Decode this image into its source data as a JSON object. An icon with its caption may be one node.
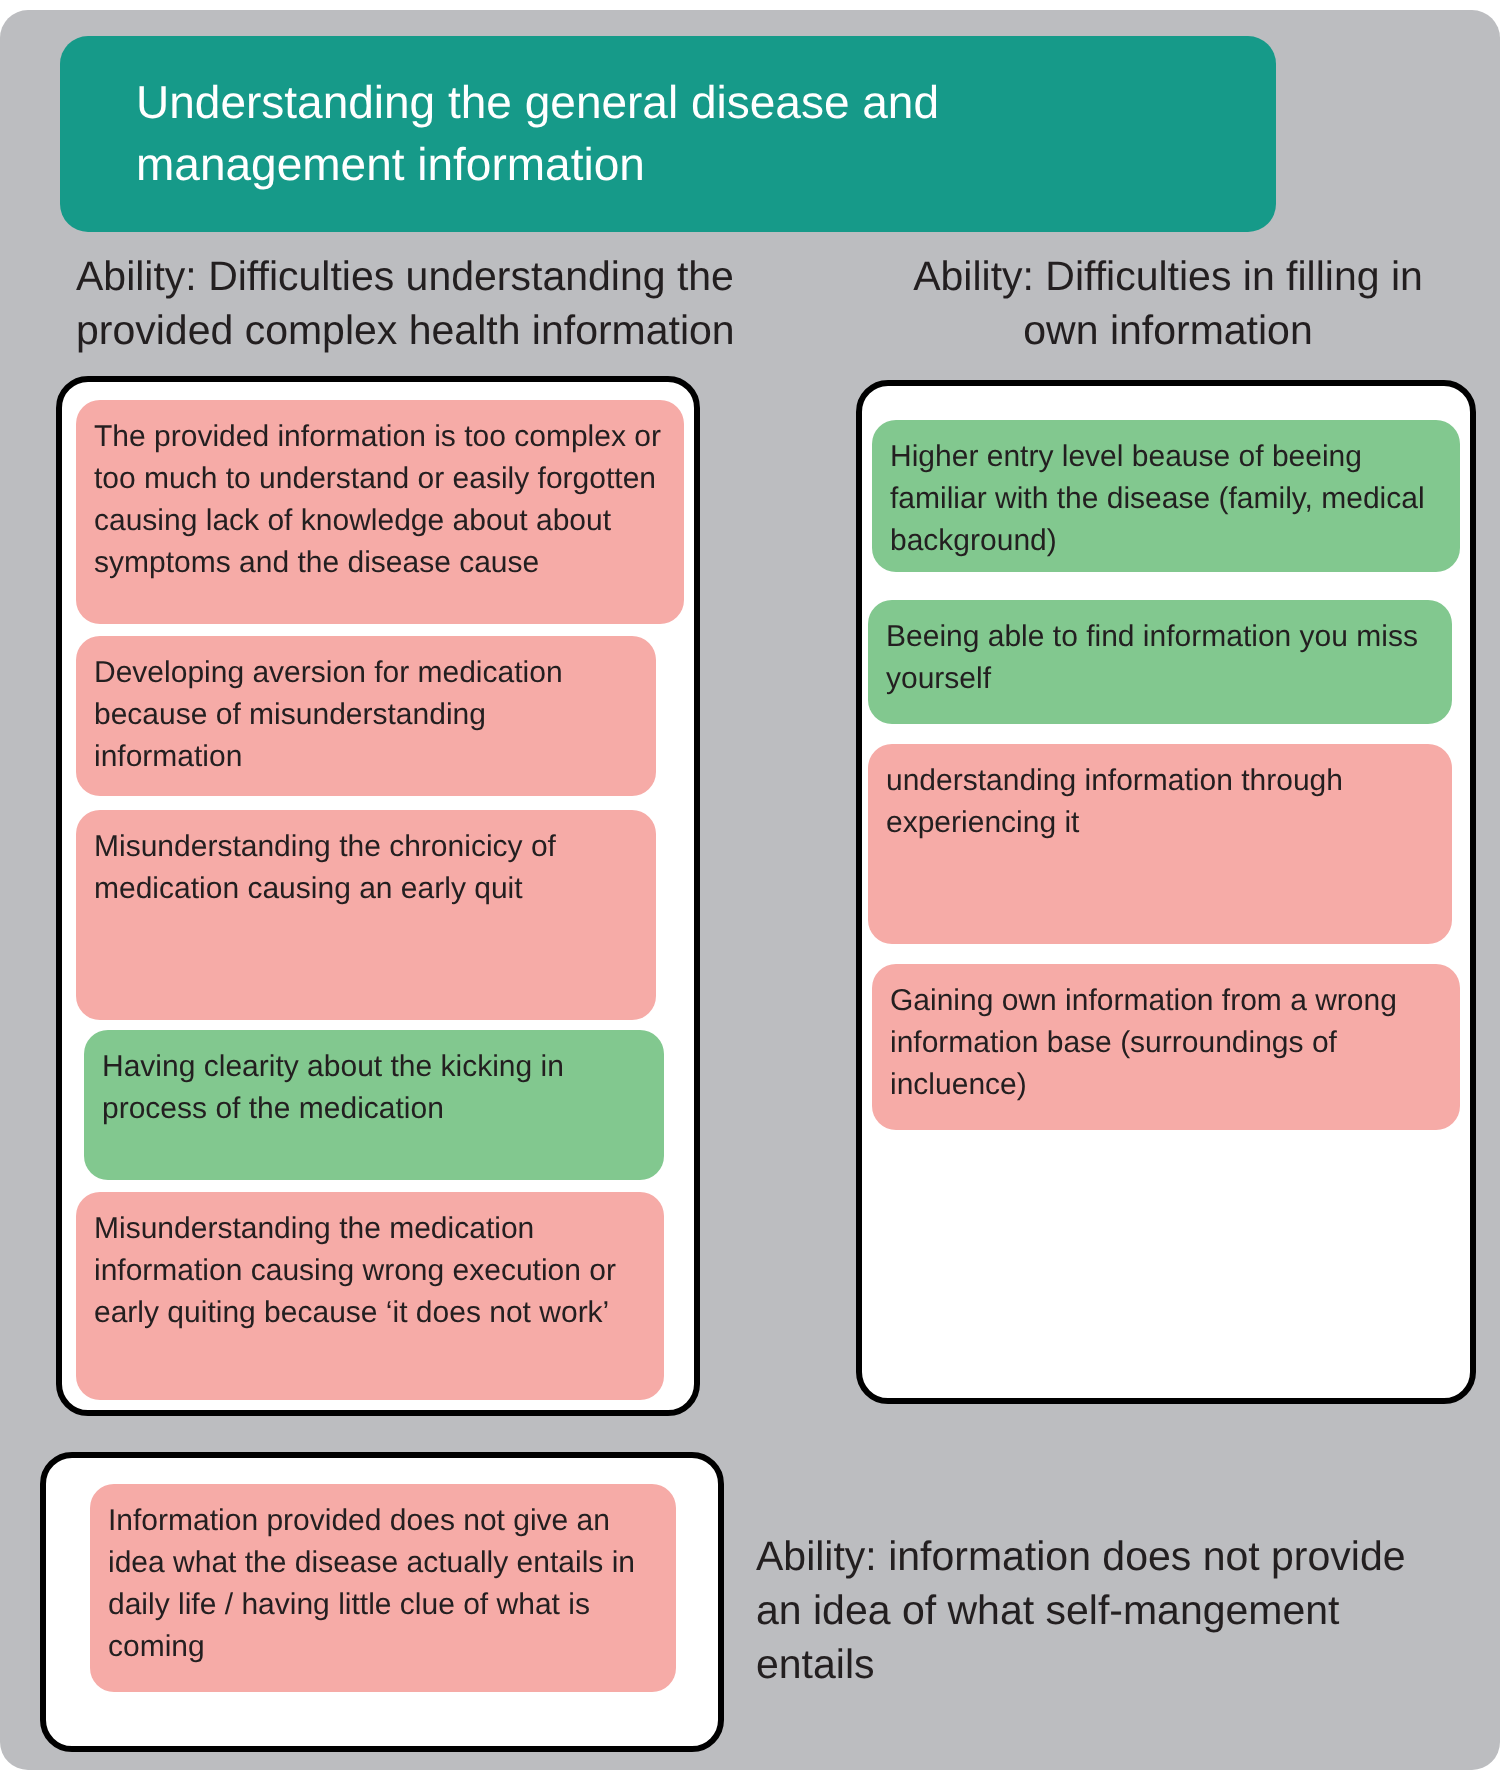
{
  "diagram": {
    "nodes": [
      {
        "text": [
          "Understanding the general disease and management information"
        ]
      },
      {
        "text": [
          "Ability: Difficulties understanding the provided complex health information"
        ]
      },
      {
        "text": [
          "The provided information is too complex or too much to understand or easily forgotten causing lack of knowledge about about symptoms and the disease cause"
        ],
        "in": 1
      },
      {
        "text": [
          "Developing aversion for medication because of misunderstanding information"
        ],
        "in": 1
      },
      {
        "text": [
          "Misunderstanding the chronicicy of medication causing an early quit"
        ],
        "in": 1
      },
      {
        "text": [
          "Having clearity about the  kicking in process of the medication"
        ],
        "in": 1
      },
      {
        "text": [
          "Misunderstanding the medication information causing wrong execution or early quiting because ‘it does not work’"
        ],
        "in": 1
      },
      {
        "text": [
          "Ability: Difficulties in filling in own information"
        ]
      },
      {
        "text": [
          "Higher entry level beause of beeing familiar with the disease (family, medical background)"
        ],
        "in": 7
      },
      {
        "text": [
          "Beeing able to find information you miss yourself"
        ],
        "in": 7
      },
      {
        "text": [
          "understanding information through experiencing it"
        ],
        "in": 7
      },
      {
        "text": [
          "Gaining own information from a wrong information base (surroundings of incluence)"
        ],
        "in": 7
      },
      {
        "text": [
          "Ability: information does not provide an idea of what self-mangement entails"
        ]
      },
      {
        "text": [
          "Information provided does not give an idea what the disease actually entails in daily life / having little clue of what is coming"
        ],
        "in": 12
      }
    ]
  }
}
